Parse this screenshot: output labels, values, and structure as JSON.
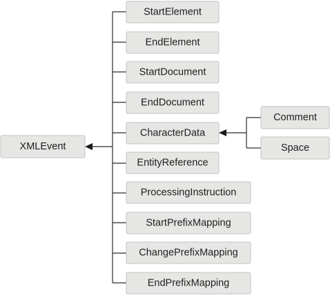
{
  "diagram": {
    "root": {
      "label": "XMLEvent"
    },
    "subtypes": [
      {
        "label": "StartElement"
      },
      {
        "label": "EndElement"
      },
      {
        "label": "StartDocument"
      },
      {
        "label": "EndDocument"
      },
      {
        "label": "CharacterData"
      },
      {
        "label": "EntityReference"
      },
      {
        "label": "ProcessingInstruction"
      },
      {
        "label": "StartPrefixMapping"
      },
      {
        "label": "ChangePrefixMapping"
      },
      {
        "label": "EndPrefixMapping"
      }
    ],
    "character_data_subtypes": [
      {
        "label": "Comment"
      },
      {
        "label": "Space"
      }
    ]
  }
}
